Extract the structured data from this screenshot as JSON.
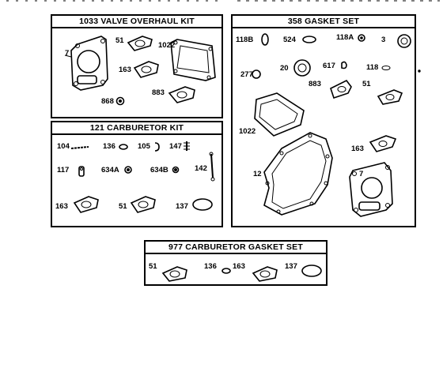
{
  "panels": {
    "valve_kit": {
      "title": "1033 VALVE OVERHAUL KIT",
      "labels": {
        "p7": "7",
        "p51": "51",
        "p1022": "1022",
        "p163": "163",
        "p883": "883",
        "p868": "868"
      }
    },
    "gasket_set": {
      "title": "358 GASKET SET",
      "labels": {
        "p118b": "118B",
        "p524": "524",
        "p118a": "118A",
        "p3": "3",
        "p277": "277",
        "p20": "20",
        "p617": "617",
        "p118": "118",
        "p883": "883",
        "p51": "51",
        "p1022": "1022",
        "p163": "163",
        "p12": "12",
        "p7": "7"
      }
    },
    "carb_kit": {
      "title": "121 CARBURETOR KIT",
      "labels": {
        "p104": "104",
        "p136": "136",
        "p105": "105",
        "p147": "147",
        "p117": "117",
        "p634a": "634A",
        "p634b": "634B",
        "p142": "142",
        "p163": "163",
        "p51": "51",
        "p137": "137"
      }
    },
    "carb_gasket_set": {
      "title": "977 CARBURETOR GASKET SET",
      "labels": {
        "p51": "51",
        "p136": "136",
        "p163": "163",
        "p137": "137"
      }
    }
  }
}
